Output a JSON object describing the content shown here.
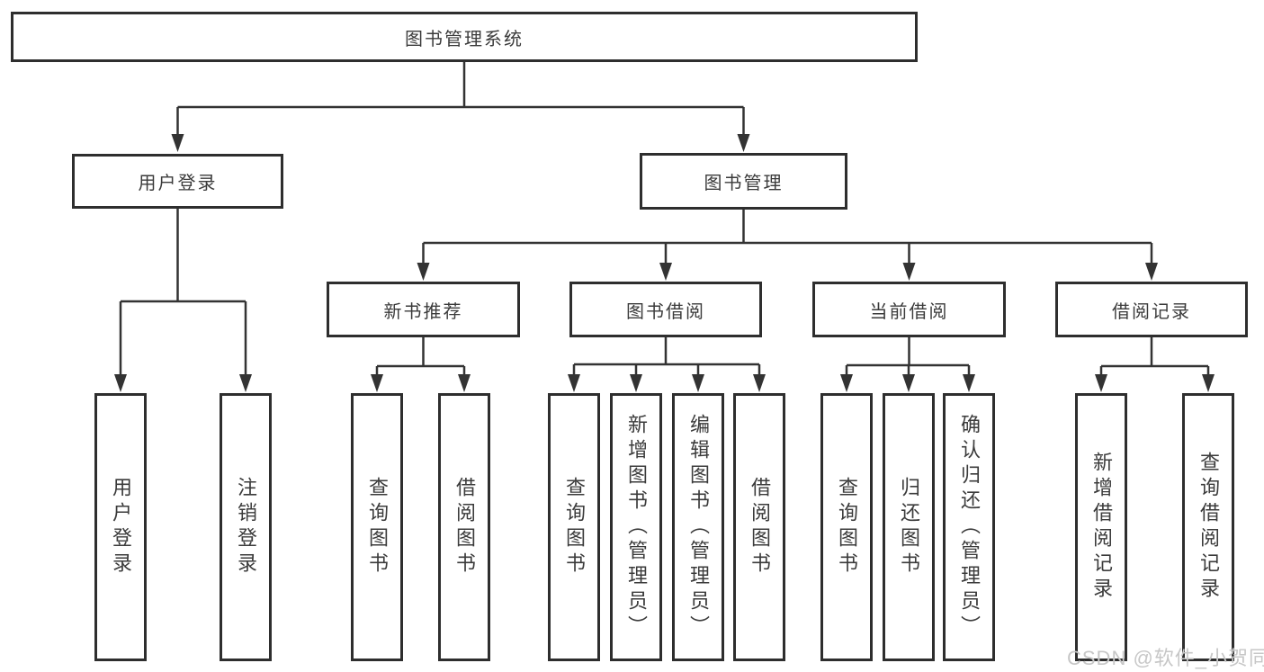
{
  "diagram": {
    "type": "tree",
    "background_color": "#ffffff",
    "line_color": "#333333",
    "box_border_color": "#2e2e2e",
    "text_color": "#3b3b3b",
    "watermark": {
      "text": "CSDN @软件_小贺同学",
      "color": "#c7c7c7"
    },
    "root": {
      "label": "图书管理系统",
      "children": [
        {
          "label": "用户登录",
          "children": [
            {
              "label": "用户登录"
            },
            {
              "label": "注销登录"
            }
          ]
        },
        {
          "label": "图书管理",
          "children": [
            {
              "label": "新书推荐",
              "children": [
                {
                  "label": "查询图书"
                },
                {
                  "label": "借阅图书"
                }
              ]
            },
            {
              "label": "图书借阅",
              "children": [
                {
                  "label": "查询图书"
                },
                {
                  "label": "新增图书（管理员）"
                },
                {
                  "label": "编辑图书（管理员）"
                },
                {
                  "label": "借阅图书"
                }
              ]
            },
            {
              "label": "当前借阅",
              "children": [
                {
                  "label": "查询图书"
                },
                {
                  "label": "归还图书"
                },
                {
                  "label": "确认归还（管理员）"
                }
              ]
            },
            {
              "label": "借阅记录",
              "children": [
                {
                  "label": "新增借阅记录"
                },
                {
                  "label": "查询借阅记录"
                }
              ]
            }
          ]
        }
      ]
    }
  }
}
